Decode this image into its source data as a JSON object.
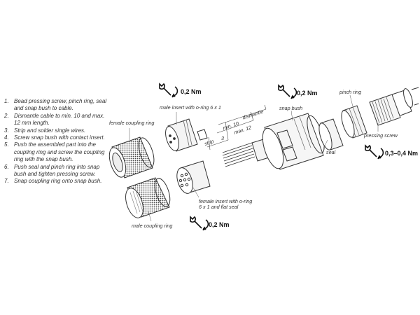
{
  "steps": [
    {
      "num": "1.",
      "text": "Bead pressing screw, pinch ring, seal and snap bush to cable."
    },
    {
      "num": "2.",
      "text": "Dismantle cable to min. 10 and max. 12 mm length."
    },
    {
      "num": "3.",
      "text": "Strip and solder single wires."
    },
    {
      "num": "4.",
      "text": "Screw snap bush with contact insert."
    },
    {
      "num": "5.",
      "text": "Push the assembled part into the coupling ring and screw the coupling ring with the snap bush."
    },
    {
      "num": "6.",
      "text": "Push seal and pinch ring into snap bush and tighten pressing screw."
    },
    {
      "num": "7.",
      "text": "Snap coupling ring onto snap bush."
    }
  ],
  "labels": {
    "female_coupling_ring": "female coupling ring",
    "male_coupling_ring": "male coupling ring",
    "male_insert": "male insert with o-ring 6 x 1",
    "female_insert": "female insert with o-ring 6 x 1 and flat seal",
    "snap_bush": "snap bush",
    "pinch_ring": "pinch ring",
    "pressing_screw": "pressing screw",
    "seal": "seal",
    "strip": "strip",
    "dim_3": "3",
    "min_10": "min. 10",
    "max_12": "max. 12",
    "dismantle": "dismantle"
  },
  "torques": {
    "top_left": "0,2 Nm",
    "top_right": "0,2 Nm",
    "right": "0,3–0,4 Nm",
    "bottom": "0,2 Nm"
  },
  "colors": {
    "line": "#333333",
    "knurl": "#555555",
    "fill": "#f4f4f4"
  }
}
